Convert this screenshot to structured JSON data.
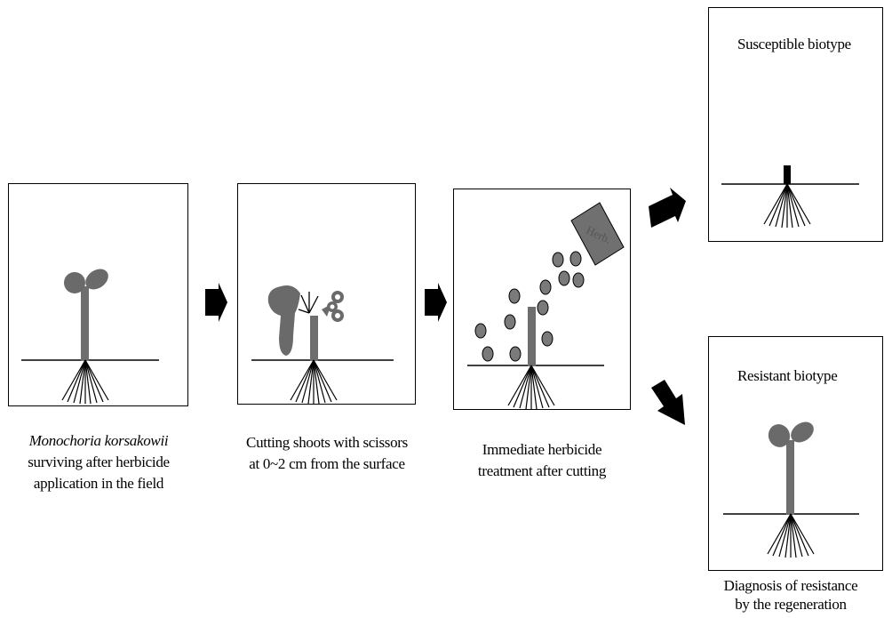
{
  "diagram": {
    "steps": [
      {
        "id": "field",
        "caption_line1": "Monochoria korsakowii",
        "caption_line2": "surviving after herbicide",
        "caption_line3": "application in the field"
      },
      {
        "id": "cutting",
        "caption_line1": "Cutting shoots with scissors",
        "caption_line2": "at 0~2 cm from the surface"
      },
      {
        "id": "treatment",
        "caption_line1": "Immediate herbicide",
        "caption_line2": "treatment after cutting",
        "package_label": "Herb."
      }
    ],
    "outcomes": {
      "susceptible_label": "Susceptible biotype",
      "resistant_label": "Resistant biotype",
      "diagnosis_line1": "Diagnosis of resistance",
      "diagnosis_line2": "by the regeneration"
    },
    "colors": {
      "leaf": "#6a6a6a",
      "stem": "#6e6e6e",
      "granule": "#7a7a7a",
      "package": "#707070",
      "arrow": "#000000"
    }
  }
}
